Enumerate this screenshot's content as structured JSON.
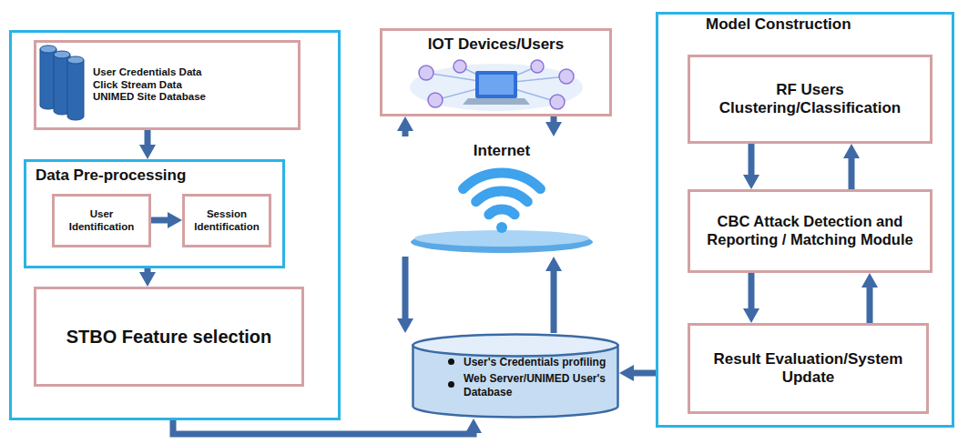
{
  "diagram": {
    "nodes": [
      {
        "text": []
      },
      {
        "text": [
          "User Credentials Data",
          "Click Stream Data",
          "UNIMED Site Database"
        ],
        "in": 0
      },
      {
        "text": [
          "Data Pre-processing"
        ],
        "in": 0
      },
      {
        "text": [
          "User Identification"
        ],
        "in": 2
      },
      {
        "text": [
          "Session Identification"
        ],
        "in": 2
      },
      {
        "text": [
          "STBO Feature selection"
        ],
        "in": 0
      },
      {
        "text": [
          "IOT Devices/Users"
        ]
      },
      {
        "text": [
          "Internet"
        ]
      },
      {
        "text": [
          "User's Credentials profiling",
          "Web Server/UNIMED User's Database"
        ]
      },
      {
        "text": [
          "Model Construction"
        ]
      },
      {
        "text": [
          "RF Users Clustering/Classification"
        ],
        "in": 9
      },
      {
        "text": [
          "CBC Attack Detection and Reporting / Matching Module"
        ],
        "in": 9
      },
      {
        "text": [
          "Result Evaluation/System Update"
        ],
        "in": 9
      }
    ],
    "edges": [
      {
        "from": 1,
        "to": 2,
        "arrow": "to"
      },
      {
        "from": 3,
        "to": 4,
        "arrow": "to"
      },
      {
        "from": 2,
        "to": 5,
        "arrow": "to"
      },
      {
        "from": 0,
        "to": 8,
        "arrow": "to"
      },
      {
        "from": 7,
        "to": 6,
        "arrow": "to"
      },
      {
        "from": 6,
        "to": 7,
        "arrow": "to"
      },
      {
        "from": 7,
        "to": 8,
        "arrow": "to"
      },
      {
        "from": 8,
        "to": 7,
        "arrow": "to"
      },
      {
        "from": 10,
        "to": 11,
        "arrow": "to"
      },
      {
        "from": 11,
        "to": 10,
        "arrow": "to"
      },
      {
        "from": 11,
        "to": 12,
        "arrow": "to"
      },
      {
        "from": 12,
        "to": 11,
        "arrow": "to"
      },
      {
        "from": 9,
        "to": 8,
        "arrow": "to"
      }
    ]
  }
}
